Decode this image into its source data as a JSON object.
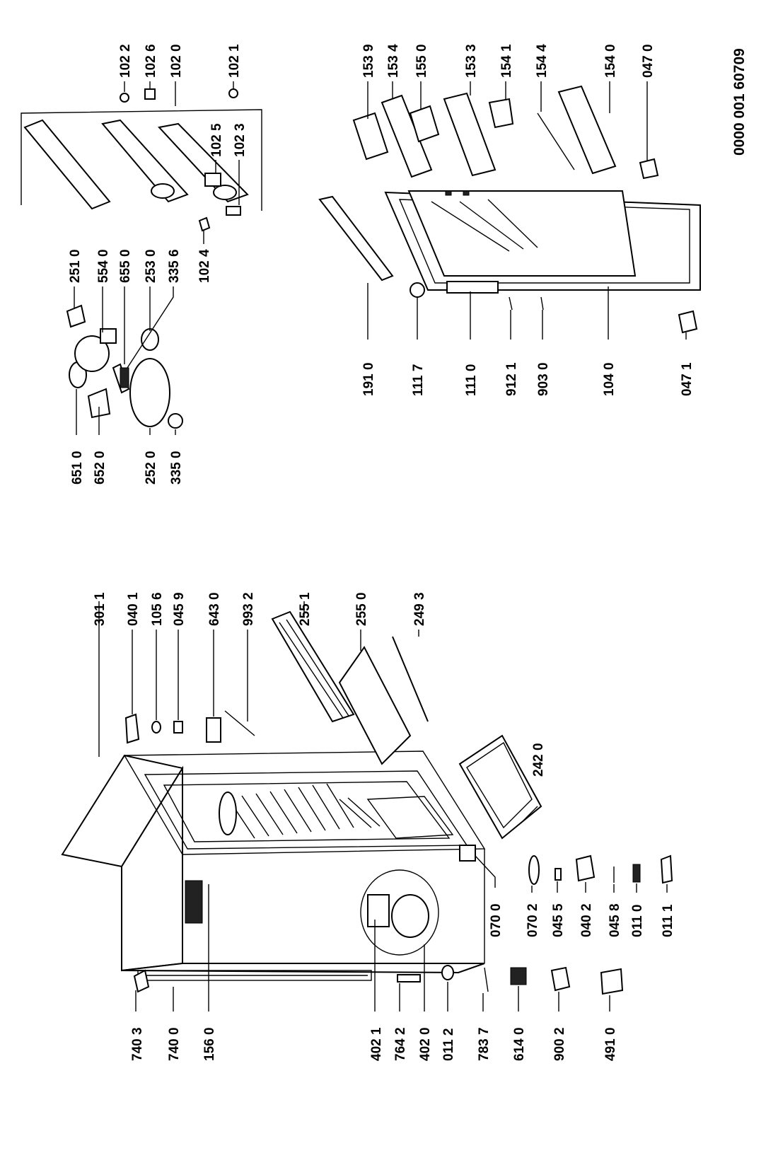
{
  "document_number": "0000 001 60709",
  "callouts": [
    {
      "id": "c7403",
      "text": "740 3"
    },
    {
      "id": "c7400",
      "text": "740 0"
    },
    {
      "id": "c1560",
      "text": "156 0"
    },
    {
      "id": "c4021",
      "text": "402 1"
    },
    {
      "id": "c7642",
      "text": "764 2"
    },
    {
      "id": "c4020",
      "text": "402 0"
    },
    {
      "id": "c0112",
      "text": "011 2"
    },
    {
      "id": "c7837",
      "text": "783 7"
    },
    {
      "id": "c6140",
      "text": "614 0"
    },
    {
      "id": "c9002",
      "text": "900 2"
    },
    {
      "id": "c4910",
      "text": "491 0"
    },
    {
      "id": "c0700",
      "text": "070 0"
    },
    {
      "id": "c0702",
      "text": "070 2"
    },
    {
      "id": "c0455",
      "text": "045 5"
    },
    {
      "id": "c0402",
      "text": "040 2"
    },
    {
      "id": "c0458",
      "text": "045 8"
    },
    {
      "id": "c0110",
      "text": "011 0"
    },
    {
      "id": "c0111",
      "text": "011 1"
    },
    {
      "id": "c2420",
      "text": "242 0"
    },
    {
      "id": "c3011",
      "text": "301 1"
    },
    {
      "id": "c0401",
      "text": "040 1"
    },
    {
      "id": "c1056",
      "text": "105 6"
    },
    {
      "id": "c0459",
      "text": "045 9"
    },
    {
      "id": "c6430",
      "text": "643 0"
    },
    {
      "id": "c9932",
      "text": "993 2"
    },
    {
      "id": "c2551",
      "text": "255 1"
    },
    {
      "id": "c2550",
      "text": "255 0"
    },
    {
      "id": "c2493",
      "text": "249 3"
    },
    {
      "id": "c6510",
      "text": "651 0"
    },
    {
      "id": "c6520",
      "text": "652 0"
    },
    {
      "id": "c2520",
      "text": "252 0"
    },
    {
      "id": "c3350",
      "text": "335 0"
    },
    {
      "id": "c2510",
      "text": "251 0"
    },
    {
      "id": "c5540",
      "text": "554 0"
    },
    {
      "id": "c6550",
      "text": "655 0"
    },
    {
      "id": "c2530",
      "text": "253 0"
    },
    {
      "id": "c3356",
      "text": "335 6"
    },
    {
      "id": "c1024",
      "text": "102 4"
    },
    {
      "id": "c1910",
      "text": "191 0"
    },
    {
      "id": "c1117",
      "text": "111 7"
    },
    {
      "id": "c1110",
      "text": "111 0"
    },
    {
      "id": "c9121",
      "text": "912 1"
    },
    {
      "id": "c9030",
      "text": "903 0"
    },
    {
      "id": "c1040",
      "text": "104 0"
    },
    {
      "id": "c0471",
      "text": "047 1"
    },
    {
      "id": "c1022",
      "text": "102 2"
    },
    {
      "id": "c1026",
      "text": "102 6"
    },
    {
      "id": "c1020",
      "text": "102 0"
    },
    {
      "id": "c1021",
      "text": "102 1"
    },
    {
      "id": "c1025",
      "text": "102 5"
    },
    {
      "id": "c1023",
      "text": "102 3"
    },
    {
      "id": "c1539",
      "text": "153 9"
    },
    {
      "id": "c1534",
      "text": "153 4"
    },
    {
      "id": "c1550",
      "text": "155 0"
    },
    {
      "id": "c1533",
      "text": "153 3"
    },
    {
      "id": "c1541",
      "text": "154 1"
    },
    {
      "id": "c1544",
      "text": "154 4"
    },
    {
      "id": "c1540",
      "text": "154 0"
    },
    {
      "id": "c0470",
      "text": "047 0"
    }
  ]
}
